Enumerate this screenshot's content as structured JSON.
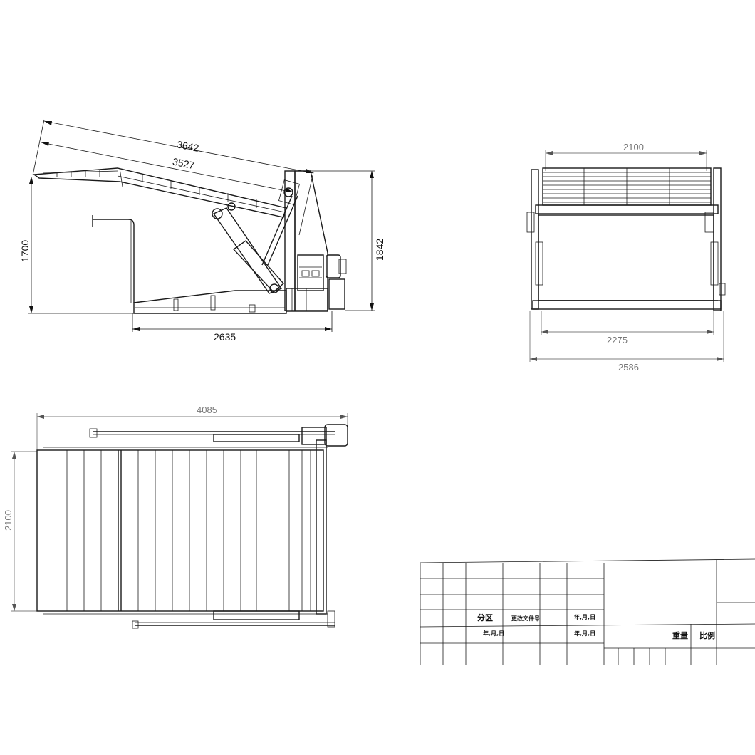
{
  "side_view": {
    "dim_length_outer": "3642",
    "dim_length_inner": "3527",
    "dim_height_left": "1700",
    "dim_height_right": "1842",
    "dim_base": "2635"
  },
  "end_view": {
    "dim_top": "2100",
    "dim_inner": "2275",
    "dim_outer": "2586"
  },
  "plan_view": {
    "dim_length": "4085",
    "dim_width": "2100"
  },
  "title_block": {
    "zone": "分区",
    "change_doc_no": "更改文件号",
    "date_top": "年,月,日",
    "date_left": "年,月,日",
    "date_mid": "年,月,日",
    "weight": "重量",
    "scale": "比例"
  }
}
